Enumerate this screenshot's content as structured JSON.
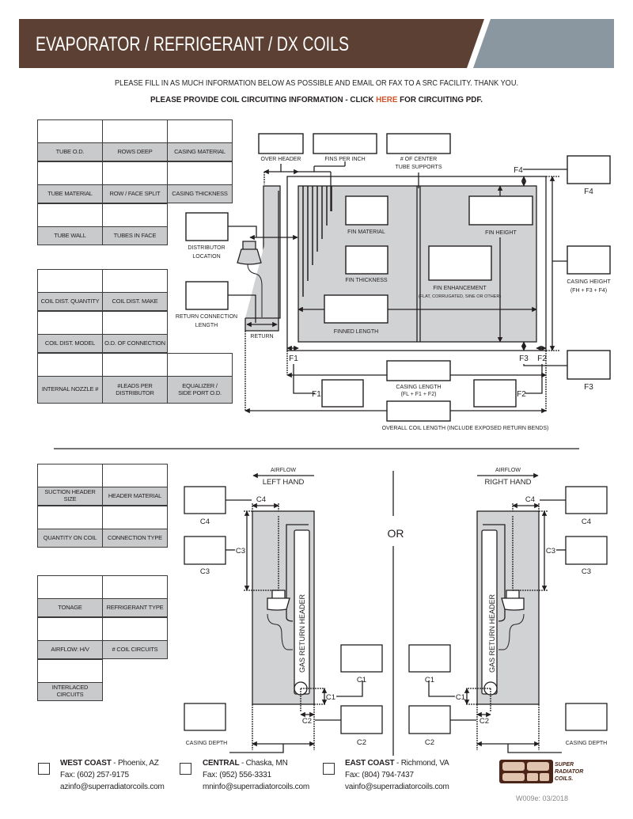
{
  "header": {
    "title": "EVAPORATOR / REFRIGERANT / DX COILS",
    "instructions": "PLEASE FILL IN AS MUCH INFORMATION BELOW AS POSSIBLE AND EMAIL OR FAX TO A SRC FACILITY. THANK YOU.",
    "circuiting_prefix": "PLEASE PROVIDE COIL CIRCUITING INFORMATION - CLICK ",
    "circuiting_link": "HERE",
    "circuiting_suffix": " FOR CIRCUITING PDF."
  },
  "tables": [
    {
      "rows": [
        [
          "TUBE O.D.",
          "ROWS DEEP",
          "CASING MATERIAL"
        ],
        [
          "TUBE MATERIAL",
          "ROW / FACE SPLIT",
          "CASING THICKNESS"
        ],
        [
          "TUBE WALL",
          "TUBES IN FACE"
        ]
      ]
    },
    {
      "rows": [
        [
          "COIL DIST. QUANTITY",
          "COIL DIST. MAKE"
        ],
        [
          "COIL DIST. MODEL",
          "O.D. OF CONNECTION"
        ],
        [
          "INTERNAL NOZZLE #",
          "#LEADS PER\nDISTRIBUTOR",
          "EQUALIZER /\nSIDE PORT O.D."
        ]
      ]
    },
    {
      "rows": [
        [
          "SUCTION HEADER SIZE",
          "HEADER MATERIAL"
        ],
        [
          "QUANTITY ON COIL",
          "CONNECTION TYPE"
        ]
      ]
    },
    {
      "rows": [
        [
          "TONAGE",
          "REFRIGERANT TYPE"
        ],
        [
          "AIRFLOW: H/V",
          "# COIL CIRCUITS"
        ],
        [
          "INTERLACED CIRCUITS"
        ]
      ]
    }
  ],
  "coil_diagram": {
    "over_header": "OVER HEADER",
    "fins_per_inch": "FINS PER INCH",
    "center_supports_1": "# OF CENTER",
    "center_supports_2": "TUBE SUPPORTS",
    "distributor_location_1": "DISTRIBUTOR",
    "distributor_location_2": "LOCATION",
    "return_connection_1": "RETURN CONNECTION",
    "return_connection_2": "LENGTH",
    "return": "RETURN",
    "fin_material": "FIN MATERIAL",
    "fin_thickness": "FIN THICKNESS",
    "fin_height": "FIN HEIGHT",
    "fin_enhancement": "FIN ENHANCEMENT",
    "fin_enhancement_note": "(FLAT, CORRUGATED, SINE OR OTHER)",
    "finned_length": "FINNED LENGTH",
    "casing_height_1": "CASING HEIGHT",
    "casing_height_2": "(FH + F3 + F4)",
    "casing_length_1": "CASING LENGTH",
    "casing_length_2": "(FL + F1 + F2)",
    "overall_length": "OVERALL COIL LENGTH (INCLUDE EXPOSED RETURN BENDS)",
    "f1": "F1",
    "f2": "F2",
    "f3": "F3",
    "f4": "F4"
  },
  "circuit_diagram": {
    "airflow": "AIRFLOW",
    "left_hand": "LEFT HAND",
    "right_hand": "RIGHT HAND",
    "or": "OR",
    "gas_return_header": "GAS RETURN HEADER",
    "casing_depth": "CASING DEPTH",
    "c1": "C1",
    "c2": "C2",
    "c3": "C3",
    "c4": "C4"
  },
  "footer": {
    "locations": [
      {
        "region": "WEST COAST",
        "city": " - Phoenix, AZ",
        "fax": "Fax: (602) 257-9175",
        "email": "azinfo@superradiatorcoils.com"
      },
      {
        "region": "CENTRAL",
        "city": " - Chaska, MN",
        "fax": "Fax: (952) 556-3331",
        "email": "mninfo@superradiatorcoils.com"
      },
      {
        "region": "EAST COAST",
        "city": " - Richmond, VA",
        "fax": "Fax: (804) 794-7437",
        "email": "vainfo@superradiatorcoils.com"
      }
    ],
    "logo_text": [
      "SUPER",
      "RADIATOR",
      "COILS."
    ],
    "form_code": "W009e: 03/2018"
  },
  "colors": {
    "brand_brown": "#5c4033",
    "header_gray": "#8a96a0",
    "label_gray": "#c9cacc",
    "diagram_gray": "#d1d2d4",
    "link_orange": "#d2522a"
  }
}
